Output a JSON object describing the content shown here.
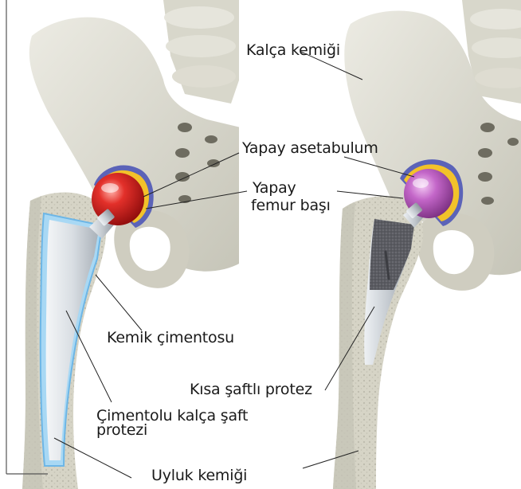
{
  "labels": {
    "hip_bone": "Kalça kemiği",
    "artificial_acetabulum": "Yapay asetabulum",
    "artificial_femoral_head_line1": "Yapay",
    "artificial_femoral_head_line2": "femur başı",
    "bone_cement": "Kemik çimentosu",
    "short_stem_prosthesis": "Kısa şaftlı protez",
    "cemented_stem_line1": "Çimentolu kalça şaft",
    "cemented_stem_line2": "protezi",
    "thigh_bone": "Uyluk kemiği"
  },
  "colors": {
    "bone": "#dcdcd2",
    "bone_shadow": "#b9b8ab",
    "cortical_bone": "#c8c7ba",
    "cement": "#9fd0f0",
    "femoral_head_left": "#d51c1c",
    "femoral_head_right": "#c060c8",
    "cup_yellow": "#f2c22a",
    "cup_blue": "#5b63b8",
    "metal": "#c9ced4",
    "textured_stem": "#55565c"
  }
}
